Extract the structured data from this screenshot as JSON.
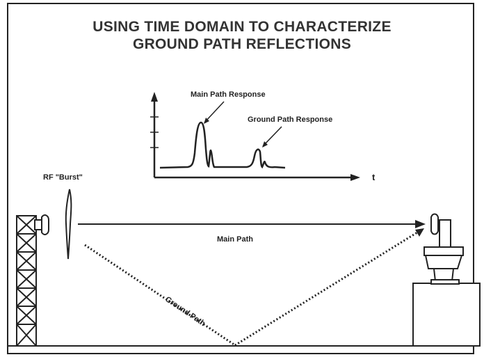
{
  "title": {
    "line1": "USING TIME DOMAIN TO CHARACTERIZE",
    "line2": "GROUND PATH REFLECTIONS"
  },
  "inset_plot": {
    "main_peak_label": "Main Path Response",
    "ground_peak_label": "Ground Path Response",
    "x_axis_label": "t"
  },
  "labels": {
    "rf_burst": "RF \"Burst\"",
    "main_path": "Main Path",
    "ground_path": "Ground Path"
  }
}
